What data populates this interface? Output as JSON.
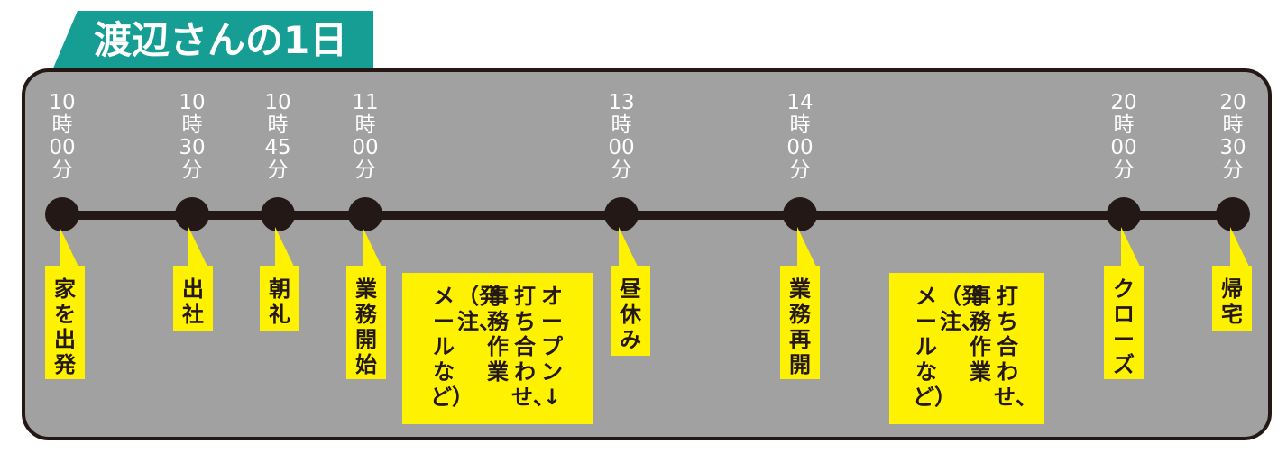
{
  "title": "渡辺さんの1日",
  "colors": {
    "title_tab": "#169e95",
    "panel": "#a0a1a0",
    "line": "#231815",
    "callout": "#fff200",
    "time_text": "#ffffff"
  },
  "times": [
    "10\n時\n00\n分",
    "10\n時\n30\n分",
    "10\n時\n45\n分",
    "11\n時\n00\n分",
    "13\n時\n00\n分",
    "14\n時\n00\n分",
    "20\n時\n00\n分",
    "20\n時\n30\n分"
  ],
  "events": [
    {
      "columns": [
        "家を出発"
      ]
    },
    {
      "columns": [
        "出社"
      ]
    },
    {
      "columns": [
        "朝礼"
      ]
    },
    {
      "columns": [
        "業務開始"
      ]
    },
    {
      "columns": [
        "オープン↓",
        "打ち合わせ、",
        "事務作業",
        "（発注、",
        "メールなど）"
      ]
    },
    {
      "columns": [
        "昼休み"
      ]
    },
    {
      "columns": [
        "業務再開"
      ]
    },
    {
      "columns": [
        "打ち合わせ、",
        "事務作業",
        "（発注、",
        "メールなど）"
      ]
    },
    {
      "columns": [
        "クローズ"
      ]
    },
    {
      "columns": [
        "帰宅"
      ]
    }
  ]
}
